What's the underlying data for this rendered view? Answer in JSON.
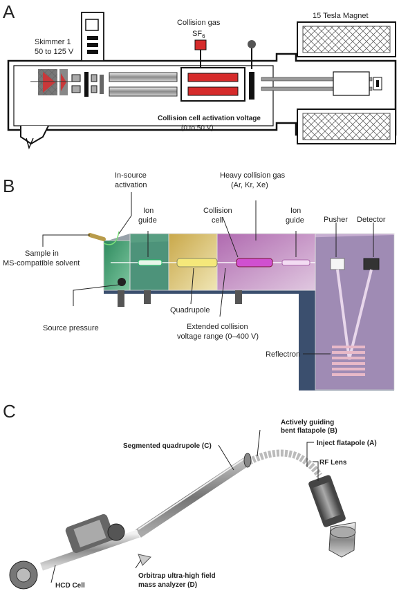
{
  "panel_a": {
    "letter": "A",
    "magnet_label": "15 Tesla Magnet",
    "collision_gas_label": "Collision gas",
    "collision_gas_formula": "SF",
    "collision_gas_subscript": "6",
    "skimmer_label": "Skimmer 1",
    "skimmer_range": "50 to 125 V",
    "activation_label": "Collision cell activation voltage",
    "activation_range": "(0 to 50 V)"
  },
  "panel_b": {
    "letter": "B",
    "in_source_1": "In-source",
    "in_source_2": "activation",
    "heavy_gas_1": "Heavy collision gas",
    "heavy_gas_2": "(Ar, Kr, Xe)",
    "ion_guide_1_a": "Ion",
    "ion_guide_1_b": "guide",
    "collision_cell_a": "Collision",
    "collision_cell_b": "cell",
    "ion_guide_2_a": "Ion",
    "ion_guide_2_b": "guide",
    "pusher": "Pusher",
    "detector": "Detector",
    "sample_a": "Sample in",
    "sample_b": "MS-compatible solvent",
    "quadrupole": "Quadrupole",
    "source_pressure": "Source pressure",
    "extended_a": "Extended collision",
    "extended_b": "voltage range (0–400 V)",
    "reflectron": "Reflectron"
  },
  "panel_c": {
    "letter": "C",
    "actively_a": "Actively guiding",
    "actively_b": "bent flatapole (B)",
    "segmented": "Segmented quadrupole (C)",
    "inject": "Inject flatapole (A)",
    "rf_lens": "RF Lens",
    "hcd_cell": "HCD Cell",
    "orbitrap_a": "Orbitrap ultra-high field",
    "orbitrap_b": "mass analyzer (D)"
  }
}
